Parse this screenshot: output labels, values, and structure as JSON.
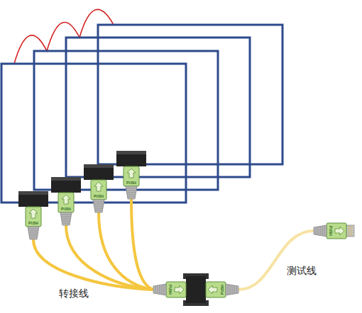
{
  "diagram": {
    "labels": [
      "PUSH",
      "PUSH",
      "PUSH",
      "PUSH",
      "PUSH",
      "PUSH",
      "PUSH",
      "转接线",
      "测试线"
    ]
  }
}
